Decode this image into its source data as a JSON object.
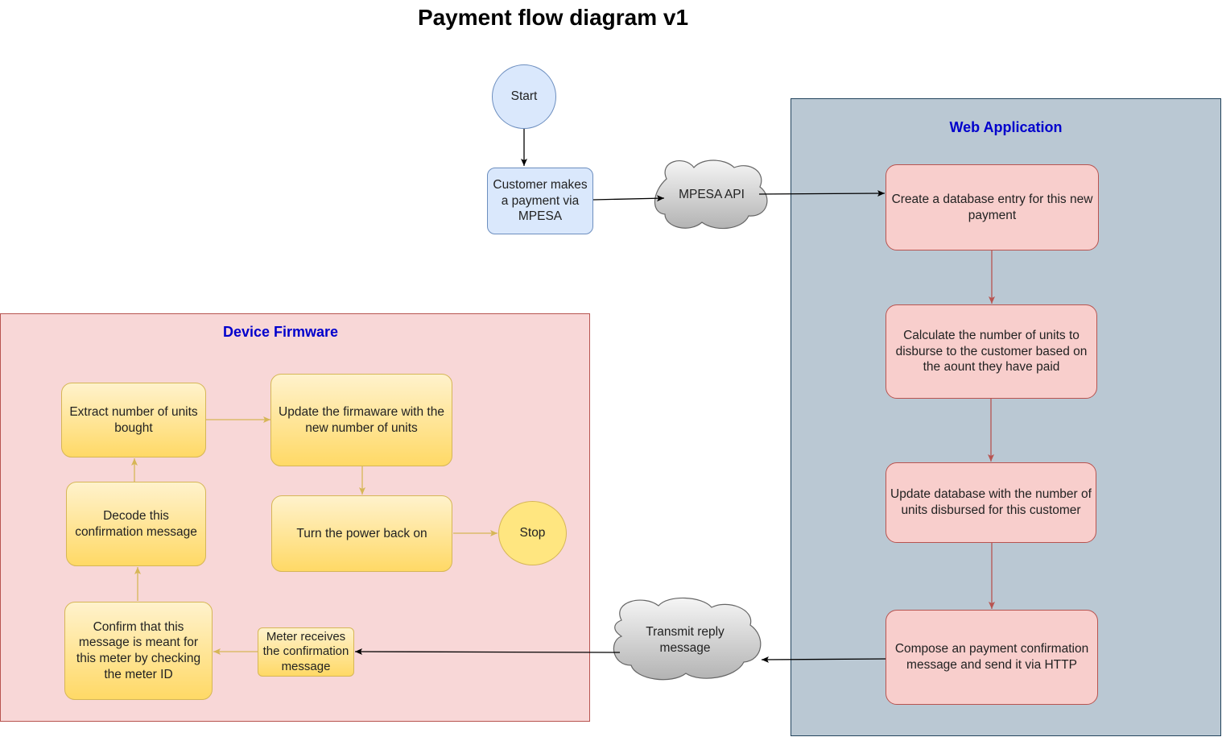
{
  "title": "Payment flow diagram v1",
  "containers": {
    "web_app": {
      "label": "Web Application",
      "fill": "#bac8d3",
      "stroke": "#23445d"
    },
    "device_firmware": {
      "label": "Device Firmware",
      "fill": "#f8d7d7",
      "stroke": "#b85450"
    }
  },
  "nodes": {
    "start": "Start",
    "customer_payment": "Customer makes a payment via MPESA",
    "mpesa_api": "MPESA API",
    "create_db_entry": "Create a database entry for this new payment",
    "calculate_units": "Calculate the number of units to disburse to the customer based on the aount they have paid",
    "update_db": "Update database with the number of units disbursed for this customer",
    "compose_confirmation": "Compose an payment confirmation message and send it via HTTP",
    "transmit_reply": "Transmit reply message",
    "meter_receives": "Meter receives the confirmation message",
    "confirm_meter": "Confirm that this message is meant for this meter by checking the meter ID",
    "decode_message": "Decode this confirmation message",
    "extract_units": "Extract number of units bought",
    "update_firmware": "Update the firmaware with the new number of units",
    "power_on": "Turn the power back on",
    "stop": "Stop"
  },
  "colors": {
    "arrow_black": "#000000",
    "arrow_red": "#b85450",
    "arrow_yellow": "#d6b656",
    "label_blue": "#0000cc"
  }
}
